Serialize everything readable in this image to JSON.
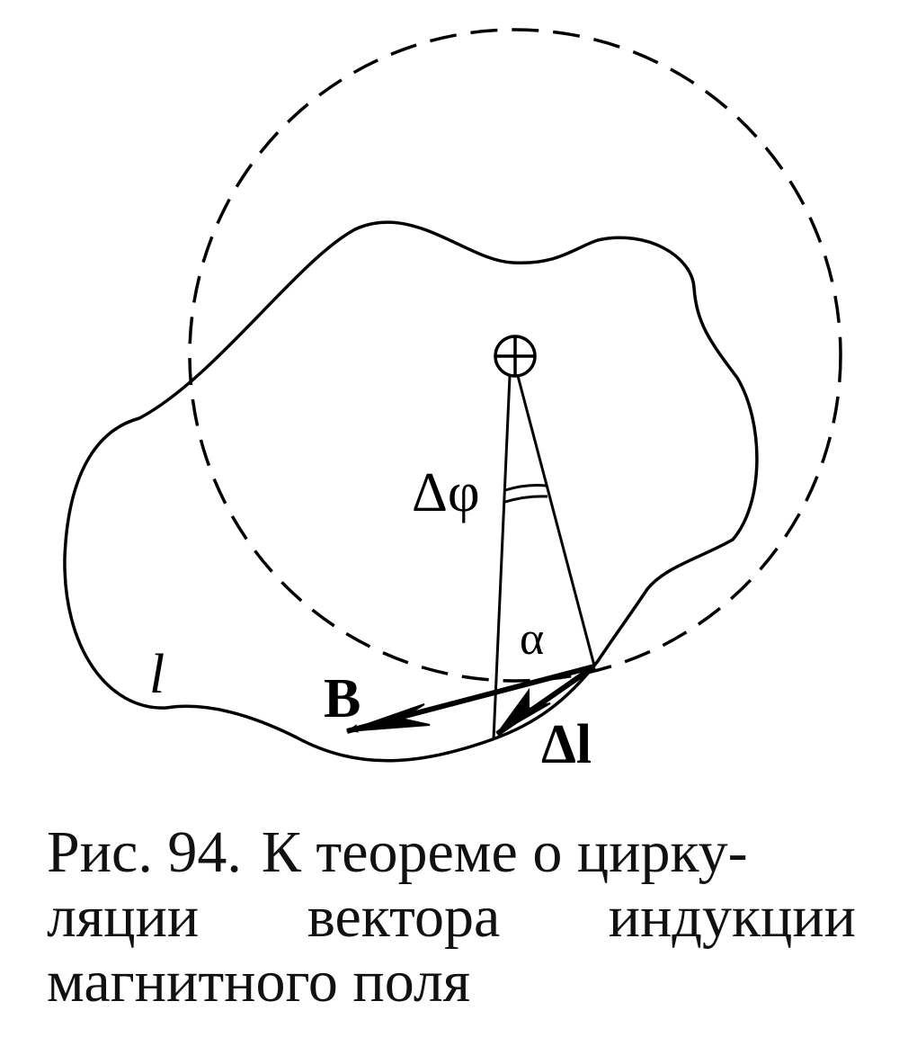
{
  "figure": {
    "labels": {
      "current_symbol": "⊕",
      "delta_phi": "Δφ",
      "alpha": "α",
      "contour": "l",
      "vector_b": "B",
      "delta_l": "Δl"
    }
  },
  "caption": {
    "number": "Рис. 94.",
    "line1_text": "К теореме о цирку-",
    "line2_words": [
      "ляции",
      "вектора",
      "индукции"
    ],
    "line3_text": "магнитного поля"
  }
}
